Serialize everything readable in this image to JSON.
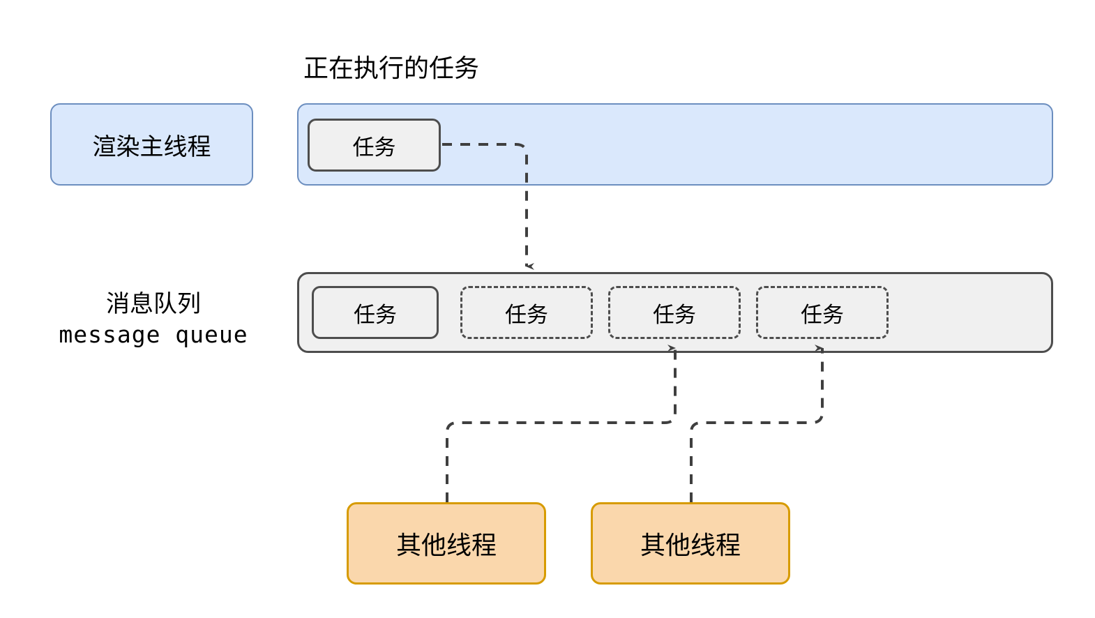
{
  "diagram": {
    "title_running_task": "正在执行的任务",
    "main_thread_label": "渲染主线程",
    "queue_label_cn": "消息队列",
    "queue_label_en": "message queue",
    "task_label": "任务",
    "other_thread_label": "其他线程",
    "main_thread_tasks": [
      {
        "text": "任务",
        "style": "solid"
      }
    ],
    "queue_tasks": [
      {
        "text": "任务",
        "style": "solid"
      },
      {
        "text": "任务",
        "style": "dashed"
      },
      {
        "text": "任务",
        "style": "dashed"
      },
      {
        "text": "任务",
        "style": "dashed"
      }
    ],
    "other_threads": [
      {
        "text": "其他线程"
      },
      {
        "text": "其他线程"
      }
    ],
    "colors": {
      "lane_blue_fill": "#dae8fc",
      "lane_blue_border": "#6c8ebf",
      "task_fill": "#f0f0f0",
      "task_border": "#4d4d4d",
      "thread_orange_fill": "#fad7ac",
      "thread_orange_border": "#d79b00",
      "arrow": "#3f3f3f",
      "background": "#ffffff"
    }
  }
}
